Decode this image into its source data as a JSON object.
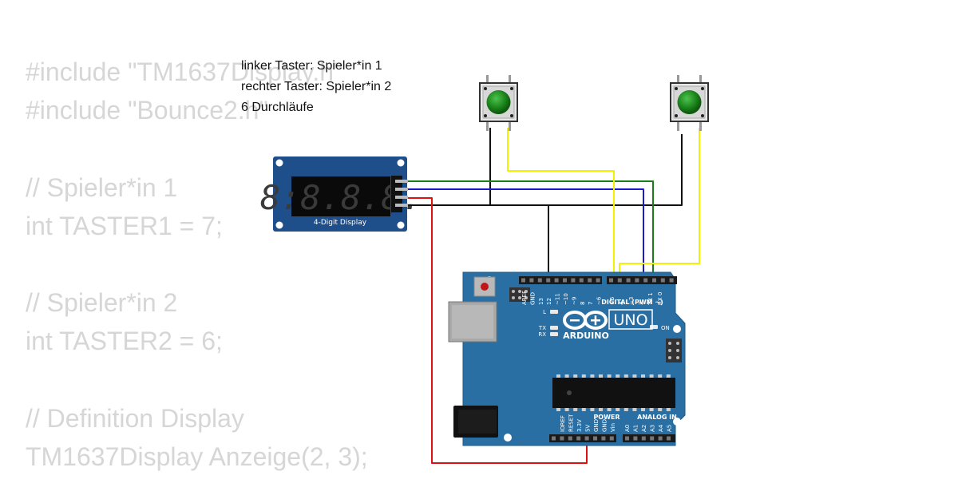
{
  "code_lines": [
    "#include \"TM1637Display.h\"",
    "#include \"Bounce2.h\"",
    "",
    "// Spieler*in 1",
    "int TASTER1 = 7;",
    "",
    "// Spieler*in 2",
    "int TASTER2 = 6;",
    "",
    "// Definition Display",
    "TM1637Display Anzeige(2, 3);"
  ],
  "notes": [
    "linker Taster: Spieler*in 1",
    "rechter Taster: Spieler*in 2",
    "6 Durchläufe"
  ],
  "display": {
    "label": "4-Digit Display",
    "digits": "8:8.8.8."
  },
  "arduino": {
    "brand": "ARDUINO",
    "model": "UNO",
    "on_label": "ON",
    "digital_header": "DIGITAL (PWM ~)",
    "power_header": "POWER",
    "analog_header": "ANALOG IN",
    "led_labels": [
      "L",
      "TX",
      "RX"
    ],
    "digital_pins": [
      "AREF",
      "GND",
      "13",
      "12",
      "~11",
      "~10",
      "~9",
      "8",
      "7",
      "~6",
      "~5",
      "4",
      "~3",
      "2",
      "TX 1",
      "RX 0"
    ],
    "power_pins": [
      "IOREF",
      "RESET",
      "3.3V",
      "5V",
      "GND",
      "GND",
      "Vin"
    ],
    "analog_pins": [
      "A0",
      "A1",
      "A2",
      "A3",
      "A4",
      "A5"
    ]
  },
  "colors": {
    "board": "#2a6fa3",
    "button_cap": "#1e8a1e",
    "display_board": "#1f4f8a",
    "wire_black": "#111111",
    "wire_yellow": "#f2f200",
    "wire_green": "#1a7f1a",
    "wire_blue": "#1a1acc",
    "wire_red": "#dd1111",
    "code_text": "#d6d6d6"
  }
}
